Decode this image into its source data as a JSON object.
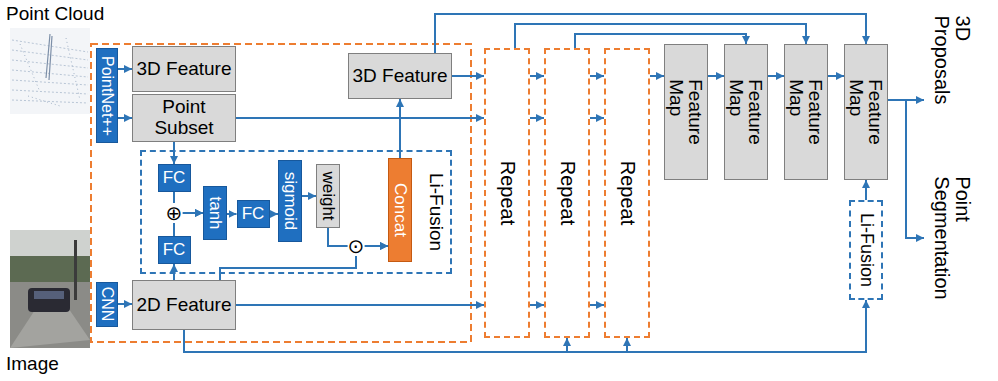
{
  "diagram": {
    "nodes": [
      {
        "text": [
          "PointNet++"
        ]
      },
      {
        "text": [
          "3D Feature"
        ]
      },
      {
        "text": [
          "Point Subset"
        ]
      },
      {
        "text": [
          "Li-Fusion"
        ]
      },
      {
        "text": [
          "FC"
        ],
        "in": 3
      },
      {
        "text": [
          "FC"
        ],
        "in": 3
      },
      {
        "text": [
          "tanh"
        ],
        "in": 3
      },
      {
        "text": [
          "FC"
        ],
        "in": 3
      },
      {
        "text": [
          "sigmoid"
        ],
        "in": 3
      },
      {
        "text": [
          "weight"
        ],
        "in": 3
      },
      {
        "text": [
          "Concat"
        ],
        "in": 3
      },
      {
        "text": [
          "3D Feature"
        ]
      },
      {
        "text": [
          "CNN"
        ]
      },
      {
        "text": [
          "2D Feature"
        ]
      },
      {
        "text": [
          "Repeat"
        ]
      },
      {
        "text": [
          "Repeat"
        ]
      },
      {
        "text": [
          "Repeat"
        ]
      },
      {
        "text": [
          "Feature Map"
        ]
      },
      {
        "text": [
          "Feature Map"
        ]
      },
      {
        "text": [
          "Feature Map"
        ]
      },
      {
        "text": [
          "Feature Map"
        ]
      },
      {
        "text": [
          "Li-Fusion"
        ]
      }
    ],
    "edges": [
      {
        "from": 0,
        "to": 1,
        "arrow": "to"
      },
      {
        "from": 0,
        "to": 2,
        "arrow": "to"
      },
      {
        "from": 2,
        "to": 4,
        "arrow": "to"
      },
      {
        "from": 13,
        "to": 5,
        "arrow": "to"
      },
      {
        "from": 4,
        "to": 6,
        "arrow": "to"
      },
      {
        "from": 5,
        "to": 6,
        "arrow": "to"
      },
      {
        "from": 6,
        "to": 7,
        "arrow": "to"
      },
      {
        "from": 7,
        "to": 8,
        "arrow": "to"
      },
      {
        "from": 8,
        "to": 9,
        "arrow": "to"
      },
      {
        "from": 9,
        "to": 10,
        "arrow": "to"
      },
      {
        "from": 13,
        "to": 10,
        "arrow": "to"
      },
      {
        "from": 10,
        "to": 11,
        "arrow": "to"
      },
      {
        "from": 12,
        "to": 13,
        "arrow": "to"
      },
      {
        "from": 11,
        "to": 14,
        "arrow": "to"
      },
      {
        "from": 2,
        "to": 14,
        "arrow": "to"
      },
      {
        "from": 13,
        "to": 14,
        "arrow": "to"
      },
      {
        "from": 14,
        "to": 15,
        "arrow": "to"
      },
      {
        "from": 14,
        "to": 15,
        "arrow": "to"
      },
      {
        "from": 14,
        "to": 15,
        "arrow": "to"
      },
      {
        "from": 15,
        "to": 16,
        "arrow": "to"
      },
      {
        "from": 15,
        "to": 16,
        "arrow": "to"
      },
      {
        "from": 15,
        "to": 16,
        "arrow": "to"
      },
      {
        "from": 16,
        "to": 17,
        "arrow": "to"
      },
      {
        "from": 17,
        "to": 18,
        "arrow": "to"
      },
      {
        "from": 18,
        "to": 19,
        "arrow": "to"
      },
      {
        "from": 19,
        "to": 20,
        "arrow": "to"
      },
      {
        "from": 11,
        "to": 20,
        "arrow": "to"
      },
      {
        "from": 14,
        "to": 19,
        "arrow": "to"
      },
      {
        "from": 15,
        "to": 18,
        "arrow": "to"
      },
      {
        "from": 13,
        "to": 15,
        "arrow": "to"
      },
      {
        "from": 13,
        "to": 16,
        "arrow": "to"
      },
      {
        "from": 13,
        "to": 21,
        "arrow": "to"
      },
      {
        "from": 21,
        "to": 20,
        "arrow": "to"
      }
    ],
    "labels": [
      "Point Cloud",
      "⊕",
      "⊙",
      "Image",
      "3D Proposals",
      "Point Segmentation"
    ]
  }
}
